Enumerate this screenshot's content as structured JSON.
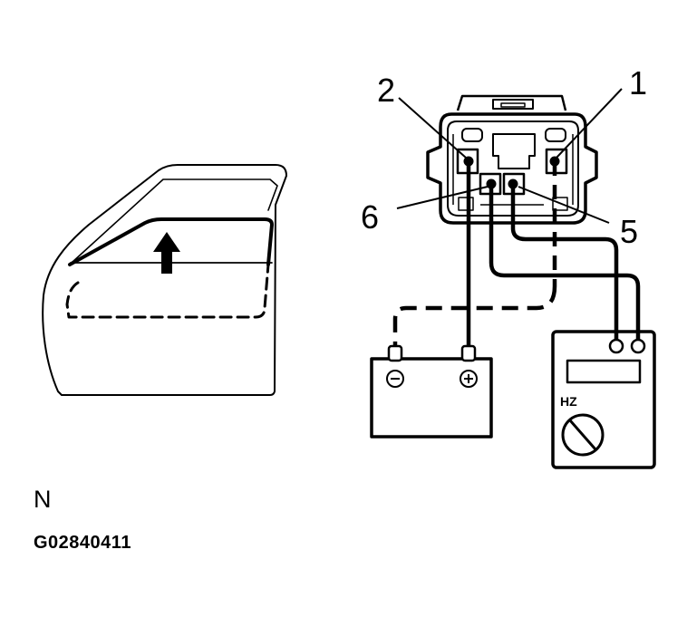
{
  "labels": {
    "pin_1": "1",
    "pin_2": "2",
    "pin_5": "5",
    "pin_6": "6",
    "meter_mode": "HZ",
    "battery_negative": "⊖",
    "battery_positive": "⊕"
  },
  "captions": {
    "view_letter": "N",
    "figure_code": "G02840411"
  },
  "icons": [
    "door-window-icon",
    "up-arrow-icon",
    "connector-icon",
    "battery-icon",
    "tester-icon"
  ],
  "colors": {
    "ink": "#000000",
    "background": "#ffffff"
  }
}
